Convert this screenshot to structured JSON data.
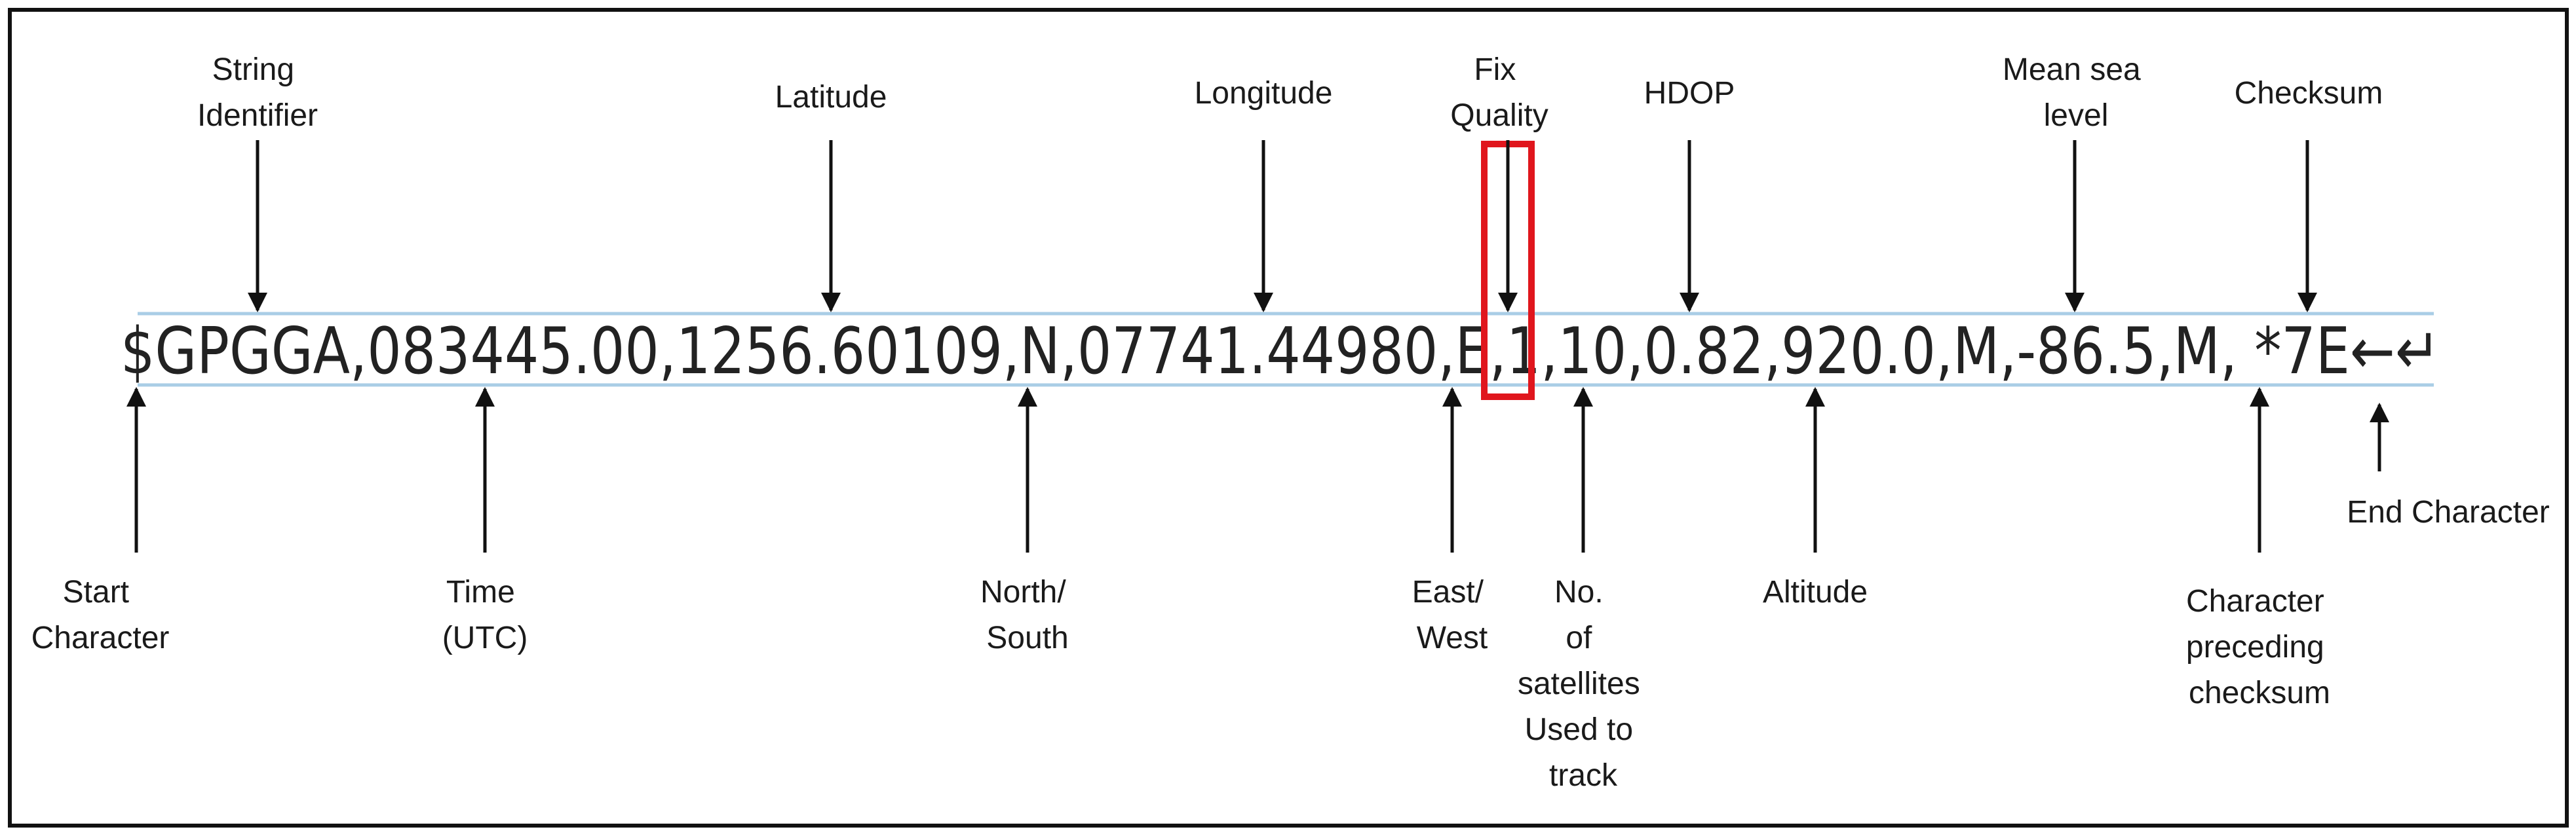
{
  "nmea_sentence": {
    "before_highlight": "$GPGGA,083445.00,1256.60109,N,07741.44980,E,",
    "highlighted": "1",
    "after_highlight": ",10,0.82,920.0,M,-86.5,M, *7E",
    "end_symbols": "←↵"
  },
  "labels_top": {
    "string_identifier": [
      "String",
      "Identifier"
    ],
    "latitude": [
      "Latitude"
    ],
    "longitude": [
      "Longitude"
    ],
    "fix_quality": [
      "Fix",
      "Quality"
    ],
    "hdop": [
      "HDOP"
    ],
    "mean_sea_level": [
      "Mean sea",
      "level"
    ],
    "checksum": [
      "Checksum"
    ]
  },
  "labels_bottom": {
    "start_character": [
      "Start",
      "Character"
    ],
    "time_utc": [
      "Time",
      "(UTC)"
    ],
    "north_south": [
      "North/",
      "South"
    ],
    "east_west": [
      "East/",
      "West"
    ],
    "num_satellites": [
      "No.",
      "of",
      "satellites",
      "Used to",
      "track"
    ],
    "altitude": [
      "Altitude"
    ],
    "end_character": [
      "End Character"
    ],
    "char_preceding_checksum": [
      "Character",
      "preceding",
      "checksum"
    ]
  },
  "colors": {
    "highlight_box": "#e0161d",
    "guide_lines": "#a9cde6",
    "arrows": "#111111",
    "frame": "#111111"
  }
}
